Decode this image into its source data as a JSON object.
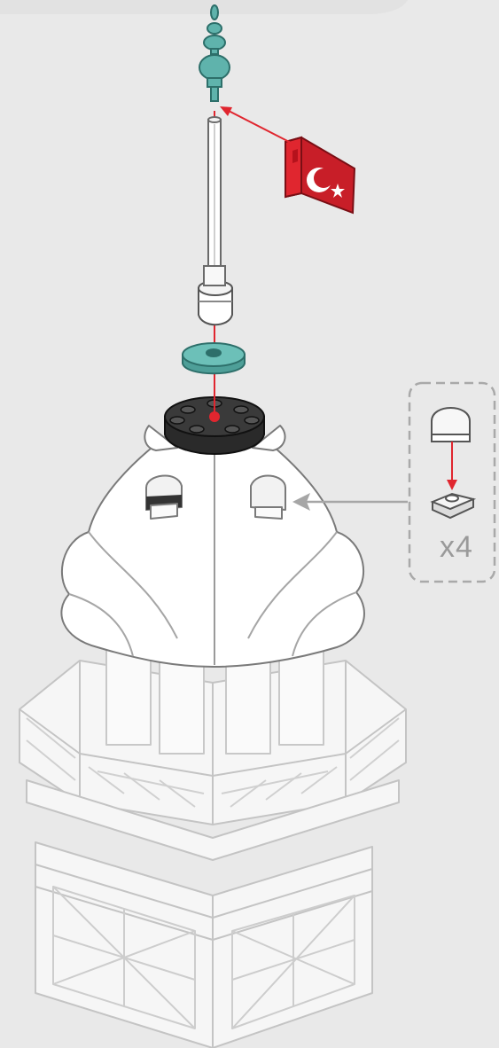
{
  "instructions": {
    "step_parts": [
      "finial",
      "flagpole-bar",
      "flag",
      "bar-holder",
      "round-tile",
      "round-plate",
      "dome"
    ],
    "callout": {
      "quantity_label": "x4",
      "parts": [
        "curved-slope",
        "jumper-plate"
      ]
    }
  },
  "colors": {
    "background": "#e9e9e9",
    "finial": "#5fb3ac",
    "round_tile": "#5fb3ac",
    "flag_red": "#d0202b",
    "plate_black": "#2a2a2a",
    "arrow_red": "#e0262f",
    "callout_arrow": "#a6a6a6",
    "outline": "#666666"
  }
}
